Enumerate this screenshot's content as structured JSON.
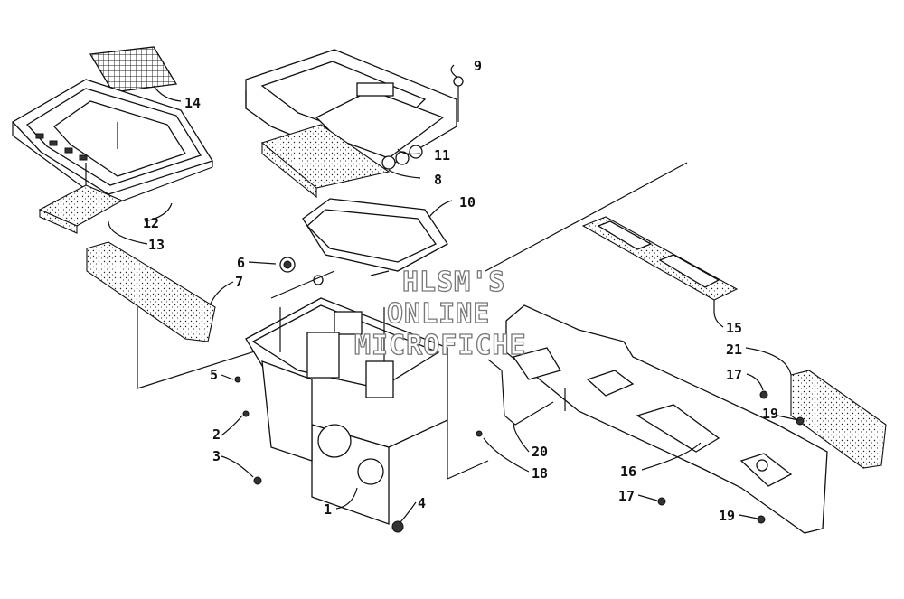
{
  "watermark": {
    "line1": "HLSM'S",
    "line2": "ONLINE",
    "line3": "MICROFICHE"
  },
  "callouts": [
    {
      "id": "1",
      "text": "1"
    },
    {
      "id": "2",
      "text": "2"
    },
    {
      "id": "3",
      "text": "3"
    },
    {
      "id": "4",
      "text": "4"
    },
    {
      "id": "5",
      "text": "5"
    },
    {
      "id": "6",
      "text": "6"
    },
    {
      "id": "7",
      "text": "7"
    },
    {
      "id": "8",
      "text": "8"
    },
    {
      "id": "9",
      "text": "9"
    },
    {
      "id": "10",
      "text": "10"
    },
    {
      "id": "11",
      "text": "11"
    },
    {
      "id": "12",
      "text": "12"
    },
    {
      "id": "13",
      "text": "13"
    },
    {
      "id": "14",
      "text": "14"
    },
    {
      "id": "15",
      "text": "15"
    },
    {
      "id": "16",
      "text": "16"
    },
    {
      "id": "17a",
      "text": "17"
    },
    {
      "id": "17b",
      "text": "17"
    },
    {
      "id": "18",
      "text": "18"
    },
    {
      "id": "19a",
      "text": "19"
    },
    {
      "id": "19b",
      "text": "19"
    },
    {
      "id": "20",
      "text": "20"
    },
    {
      "id": "21",
      "text": "21"
    }
  ]
}
